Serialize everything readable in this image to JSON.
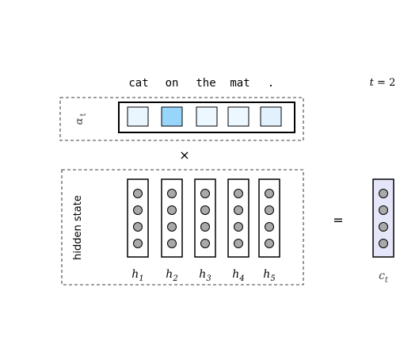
{
  "sentence_tokens": [
    "cat",
    "on",
    "the",
    "mat",
    "."
  ],
  "time_label": {
    "t": "t",
    "eq": "=",
    "value": "2"
  },
  "attention": {
    "label_main": "α",
    "label_sub": "t",
    "weights": [
      0.12,
      0.85,
      0.1,
      0.1,
      0.2
    ],
    "color_low": "#f7fbff",
    "color_high": "#87cefa"
  },
  "multiply_symbol": "×",
  "equals_symbol": "=",
  "hidden_state": {
    "label": "hidden state",
    "vectors": [
      {
        "name": "h",
        "sub": "1"
      },
      {
        "name": "h",
        "sub": "2"
      },
      {
        "name": "h",
        "sub": "3"
      },
      {
        "name": "h",
        "sub": "4"
      },
      {
        "name": "h",
        "sub": "5"
      }
    ],
    "units_per_vector": 4
  },
  "context": {
    "name": "c",
    "sub": "t",
    "fill": "#e6e6fa"
  },
  "colors": {
    "unit_fill": "#a9a9a9",
    "stroke": "#000000"
  }
}
